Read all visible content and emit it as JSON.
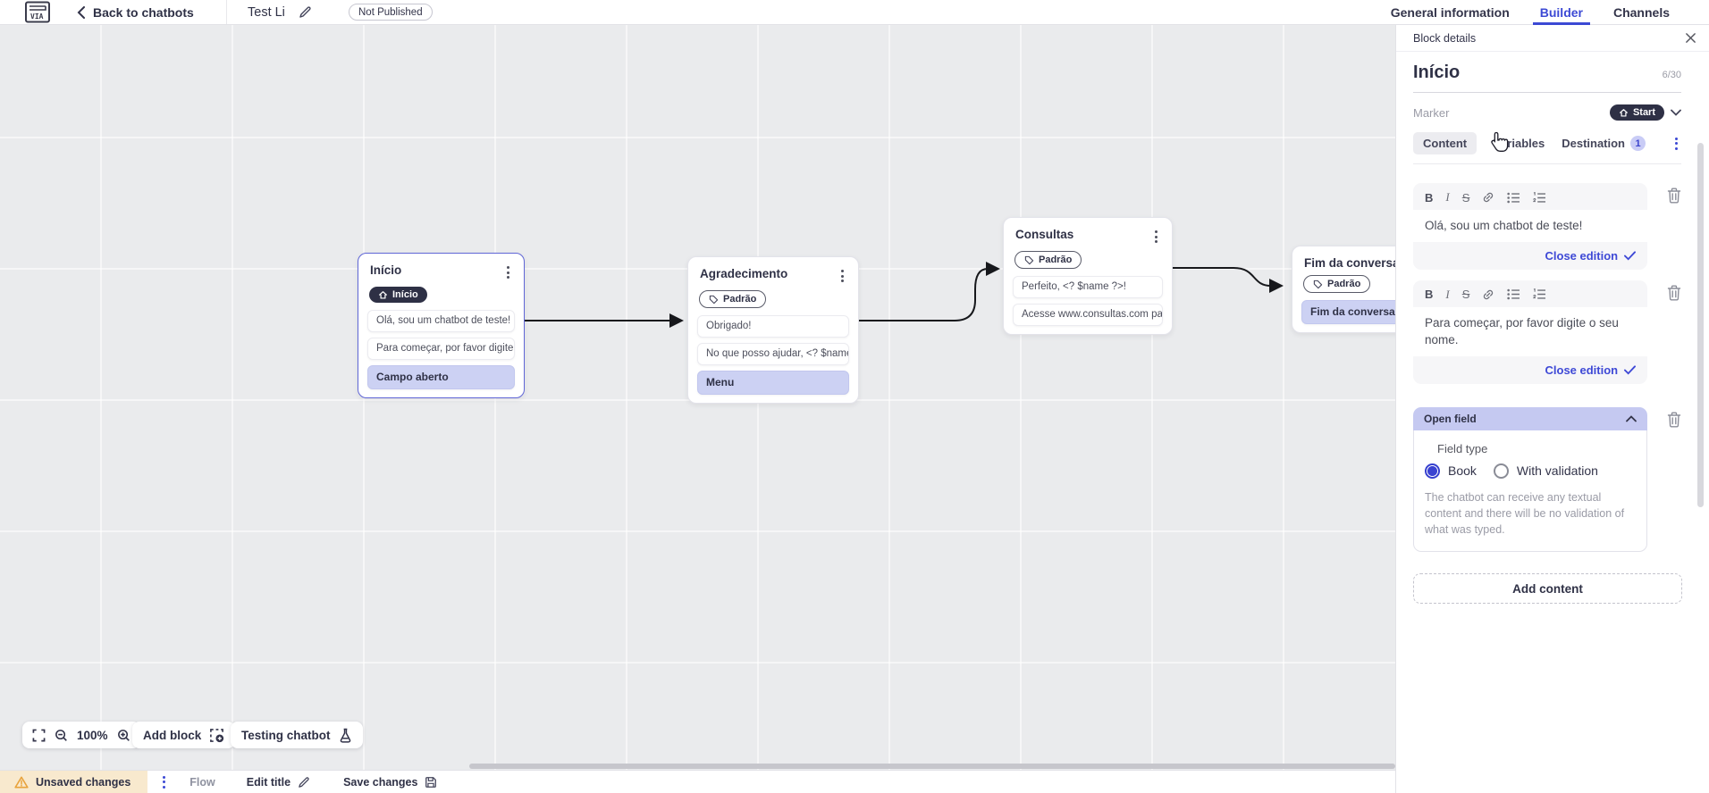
{
  "topbar": {
    "logo_text": "VIA",
    "back_label": "Back to chatbots",
    "title": "Test Li",
    "status_badge": "Not Published",
    "nav_tabs": [
      {
        "label": "General information",
        "active": false
      },
      {
        "label": "Builder",
        "active": true
      },
      {
        "label": "Channels",
        "active": false
      }
    ]
  },
  "canvas": {
    "blocks": [
      {
        "title": "Início",
        "marker": "Início",
        "marker_type": "start",
        "items": [
          {
            "text": "Olá, sou um chatbot de teste!",
            "type": "message"
          },
          {
            "text": "Para começar, por favor digite o ...",
            "type": "message"
          },
          {
            "text": "Campo aberto",
            "type": "action"
          }
        ]
      },
      {
        "title": "Agradecimento",
        "marker": "Padrão",
        "marker_type": "default",
        "items": [
          {
            "text": "Obrigado!",
            "type": "message"
          },
          {
            "text": "No que posso ajudar, <? $name ...",
            "type": "message"
          },
          {
            "text": "Menu",
            "type": "action"
          }
        ]
      },
      {
        "title": "Consultas",
        "marker": "Padrão",
        "marker_type": "default",
        "items": [
          {
            "text": "Perfeito, <? $name ?>!",
            "type": "message"
          },
          {
            "text": "Acesse www.consultas.com par...",
            "type": "message"
          }
        ]
      },
      {
        "title": "Fim da conversa",
        "marker": "Padrão",
        "marker_type": "default",
        "items": [
          {
            "text": "Fim da conversa",
            "type": "action"
          }
        ]
      }
    ],
    "controls": {
      "zoom_level": "100%",
      "add_block_label": "Add block",
      "testing_label": "Testing chatbot"
    }
  },
  "panel": {
    "header": "Block details",
    "name_value": "Início",
    "name_counter": "6/30",
    "marker_label": "Marker",
    "marker_value": "Start",
    "tabs": [
      {
        "label": "Content",
        "active": true
      },
      {
        "label": "Variables",
        "active": false
      },
      {
        "label": "Destination",
        "badge": "1",
        "active": false
      }
    ],
    "toolbar_glyphs": {
      "bold": "B",
      "italic": "I",
      "strikethrough": "S"
    },
    "editors": [
      {
        "text": "Olá, sou um chatbot de teste!",
        "close_label": "Close edition"
      },
      {
        "text": "Para começar, por favor digite o seu nome.",
        "close_label": "Close edition"
      }
    ],
    "open_field": {
      "title": "Open field",
      "field_type_label": "Field type",
      "options": [
        {
          "label": "Book",
          "selected": true
        },
        {
          "label": "With validation",
          "selected": false
        }
      ],
      "description": "The chatbot can receive any textual content and there will be no validation of what was typed."
    },
    "add_content_label": "Add content"
  },
  "statusbar": {
    "unsaved_label": "Unsaved changes",
    "flow_label": "Flow",
    "edit_title_label": "Edit title",
    "save_label": "Save changes"
  },
  "colors": {
    "accent_blue": "#3e49d6",
    "dark_navy": "#2e3045",
    "lavender": "#ccd1f3",
    "canvas_bg": "#eaebed",
    "warning_bg": "#f8e9ce",
    "warning_icon": "#e8a33d"
  }
}
